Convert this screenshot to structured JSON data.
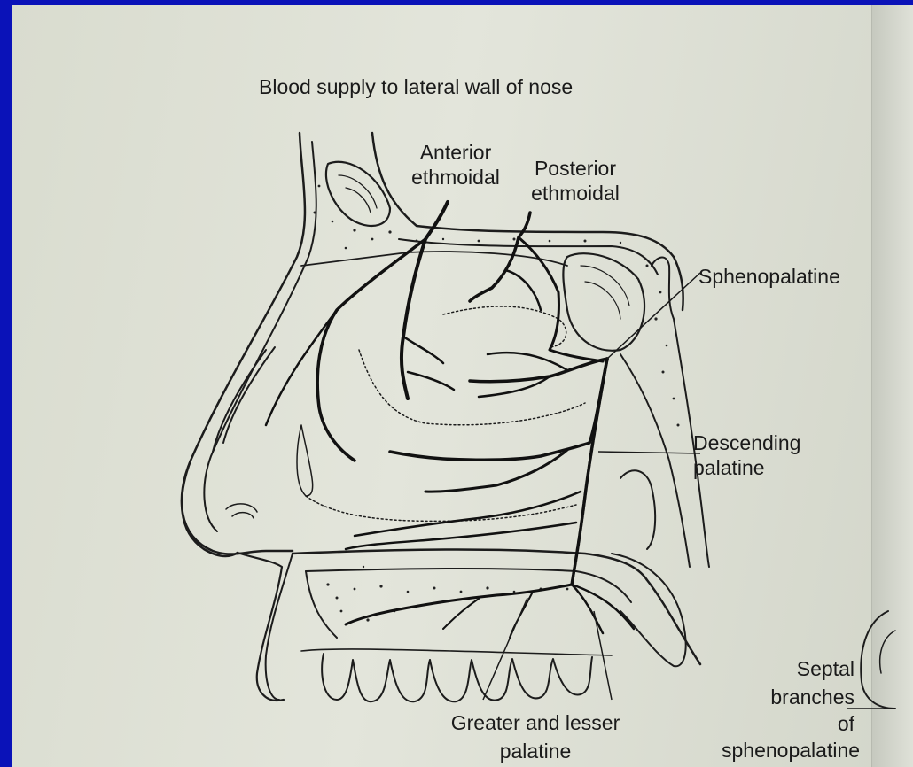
{
  "title": "Blood supply to lateral wall of nose",
  "labels": {
    "anterior_ethmoidal": [
      "Anterior",
      "ethmoidal"
    ],
    "posterior_ethmoidal": [
      "Posterior",
      "ethmoidal"
    ],
    "sphenopalatine": "Sphenopalatine",
    "descending_palatine": [
      "Descending",
      "palatine"
    ],
    "greater_lesser_palatine": [
      "Greater and lesser",
      "palatine"
    ],
    "septal_branches": [
      "Septal",
      "branches",
      "of",
      "sphenopalatine"
    ]
  },
  "colors": {
    "frame": "#0a12b8",
    "paper": "#dcdfd4",
    "ink": "#1a1a1a"
  }
}
